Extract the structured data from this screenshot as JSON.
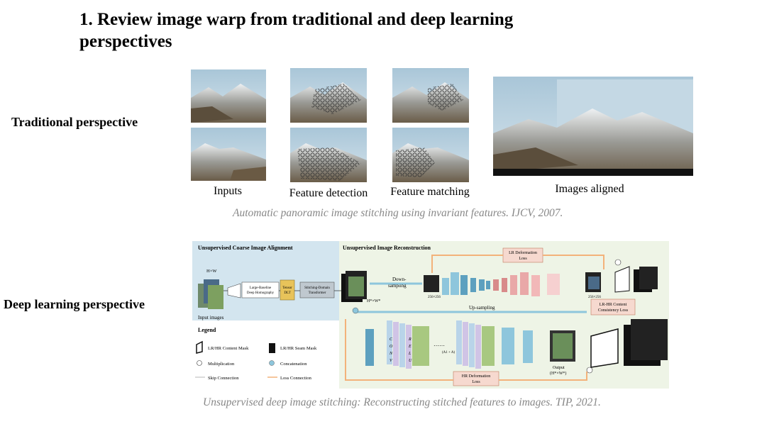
{
  "title": "1. Review image warp from traditional and deep learning perspectives",
  "traditional": {
    "label": "Traditional perspective",
    "captions": [
      "Inputs",
      "Feature detection",
      "Feature matching",
      "Images aligned"
    ],
    "citation": "Automatic panoramic image stitching using invariant features. IJCV, 2007."
  },
  "deep": {
    "label": "Deep learning perspective",
    "citation": "Unsupervised deep image stitching: Reconstructing stitched features to images. TIP, 2021.",
    "diagram": {
      "alignment_title": "Unsupervised Coarse Image Alignment",
      "reconstruction_title": "Unsupervised Image Reconstruction",
      "hw": "H×W",
      "input_images": "Input images",
      "homography_1": "Large-Baseline",
      "homography_2": "Deep Homography",
      "tensor_dlt_1": "Tensor",
      "tensor_dlt_2": "DLT",
      "sdt_1": "Stitching-Domain",
      "sdt_2": "Transformer",
      "hw_star": "H*×W*",
      "down_1": "Down-",
      "down_2": "sampling",
      "lr_def_1": "LR Deformation",
      "lr_def_2": "Loss",
      "size_256_a": "256×256",
      "size_256_b": "256×256",
      "upsampling": "Up-sampling",
      "lrhr_content_1": "LR-HR Content",
      "lrhr_content_2": "Consistency Loss",
      "hr_def_1": "HR Deformation",
      "hr_def_2": "Loss",
      "output_1": "Output",
      "output_2": "(H*×W*)",
      "concat_label": "(A1 + A)",
      "block_letters": [
        "C",
        "O",
        "N",
        "V"
      ],
      "block_letters_2": [
        "R",
        "E",
        "L",
        "U"
      ],
      "legend_title": "Legend",
      "legend_items": [
        "LR/HR Content Mask",
        "LR/HR Seam Mask",
        "Multiplication",
        "Concatenation",
        "Skip Connection",
        "Loss Connection"
      ]
    }
  },
  "colors": {
    "sky": "#b9d3e4",
    "panel_blue": "#d3e5ef",
    "panel_green": "#eef4e6",
    "loss_box": "#f6d9cf",
    "loss_arrow": "#f3b27a",
    "upsample_arrow": "#8ec6dc",
    "cite_gray": "#888888"
  },
  "icons": [
    "mountain-photo",
    "feature-points",
    "stitched-panorama",
    "network-layers"
  ]
}
